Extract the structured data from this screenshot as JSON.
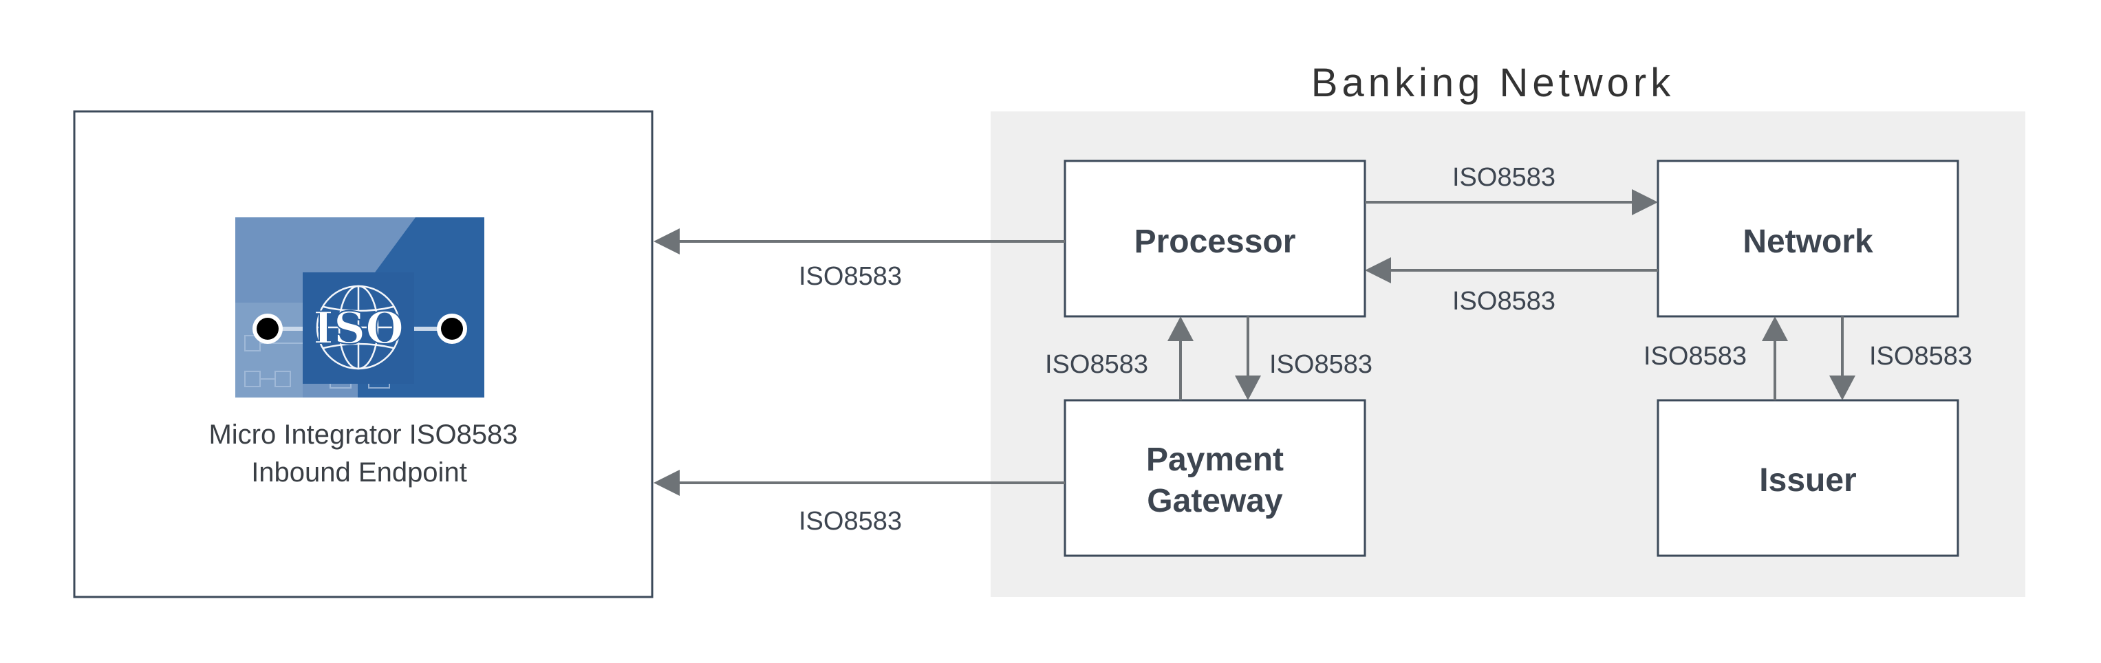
{
  "title": "Banking Network",
  "left_panel": {
    "caption_line1": "Micro Integrator ISO8583",
    "caption_line2": "Inbound Endpoint",
    "logo_text": "ISO"
  },
  "nodes": {
    "processor": "Processor",
    "network": "Network",
    "payment_gateway_line1": "Payment",
    "payment_gateway_line2": "Gateway",
    "issuer": "Issuer"
  },
  "edge_label": "ISO8583",
  "colors": {
    "panel_bg": "#efefef",
    "box_border": "#3c4a5a",
    "arrow": "#6e7377",
    "logo_bg": "#2a5f9e"
  }
}
